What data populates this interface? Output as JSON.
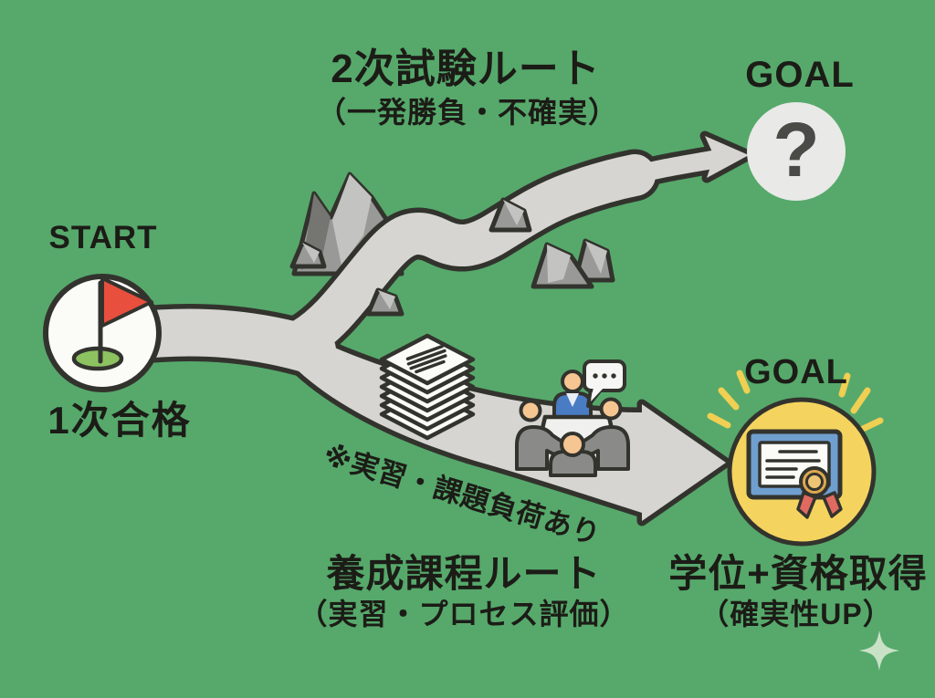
{
  "colors": {
    "bg": "#56a96b",
    "ink": "#33332e",
    "text": "#1c1c17",
    "road": "#d6d5d1",
    "rock": "#999997",
    "rock_light": "#c3c3c1",
    "rock_dark": "#757572",
    "white": "#fbfbf8",
    "flag_red": "#e84f3d",
    "hole_green": "#8cc360",
    "question_bg": "#e9e9e7",
    "question_mark": "#4a4a47",
    "goal_circle": "#f4d45f",
    "cert_frame": "#6f9fce",
    "rosette": "#dda84f",
    "rosette_inner": "#ecc473",
    "ribbon": "#e06a60",
    "skin": "#f6c692",
    "shirt_blue": "#4a7cc4",
    "shirt_gray": "#8a8a88",
    "table": "#f0f0ee",
    "bubble": "#f6f6f4",
    "ray_yellow": "#f0cf52",
    "sparkle": "#c9e2c6"
  },
  "start": {
    "label": "START",
    "result": "1次合格"
  },
  "route_secondary": {
    "title": "2次試験ルート",
    "subtitle": "（一発勝負・不確実）",
    "goal_label": "GOAL",
    "goal_symbol": "?"
  },
  "route_training": {
    "title": "養成課程ルート",
    "subtitle": "（実習・プロセス評価）",
    "note": "※実習・課題負荷あり",
    "goal_label": "GOAL",
    "result_title": "学位+資格取得",
    "result_subtitle": "（確実性UP）"
  },
  "icons": {
    "start": "flag-on-green-icon",
    "obstacles": "rocks-icon",
    "uncertain_goal": "question-mark-icon",
    "workload": "papers-stack-icon",
    "training": "meeting-table-icon",
    "discussion": "speech-bubble-icon",
    "achieved_goal": "certificate-ribbon-icon",
    "celebration": "sunburst-rays-icon",
    "decor": "sparkle-icon"
  }
}
